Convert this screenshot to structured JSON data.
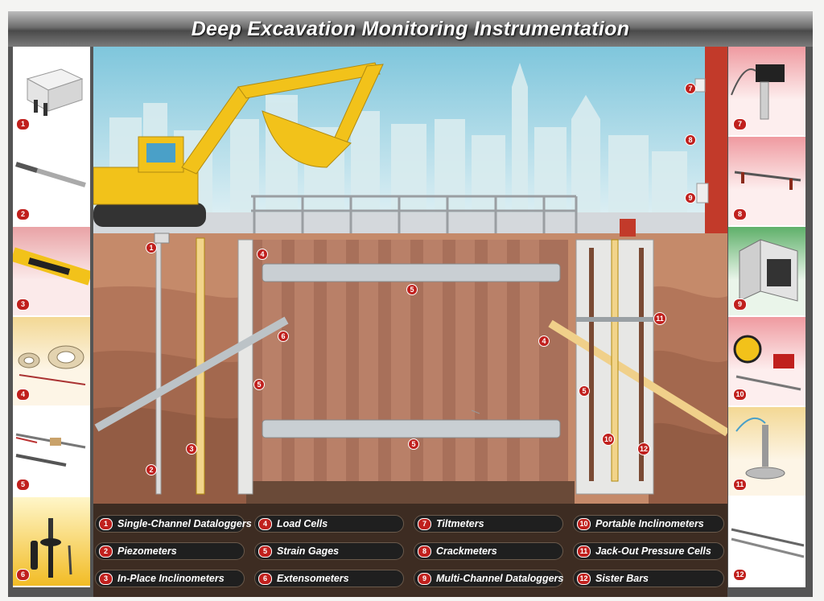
{
  "title": "Deep Excavation Monitoring Instrumentation",
  "colors": {
    "badge": "#c0201d",
    "excavator": "#f2c21a",
    "sky": "#bfe3ee",
    "soil": "#b87a5c",
    "brick": "#c23a2a"
  },
  "left_panels": [
    {
      "number": "1",
      "bg": "#ffffff",
      "icon": "datalogger-box-icon"
    },
    {
      "number": "2",
      "bg": "#ffffff",
      "icon": "piezometer-icon"
    },
    {
      "number": "3",
      "bg": "#f7d9d9",
      "icon": "inclinometer-probe-icon"
    },
    {
      "number": "4",
      "bg": "#fbeed0",
      "icon": "load-cell-icon"
    },
    {
      "number": "5",
      "bg": "#ffffff",
      "icon": "strain-gage-icon"
    },
    {
      "number": "6",
      "bg": "#f6c93a",
      "icon": "extensometer-icon"
    }
  ],
  "right_panels": [
    {
      "number": "7",
      "bg": "#f6dada",
      "icon": "tiltmeter-icon"
    },
    {
      "number": "8",
      "bg": "#f6dada",
      "icon": "crackmeter-icon"
    },
    {
      "number": "9",
      "bg": "#dff0dd",
      "icon": "multichannel-datalogger-icon"
    },
    {
      "number": "10",
      "bg": "#f6dada",
      "icon": "portable-inclinometer-icon"
    },
    {
      "number": "11",
      "bg": "#fbeed0",
      "icon": "pressure-cell-icon"
    },
    {
      "number": "12",
      "bg": "#ffffff",
      "icon": "sister-bar-icon"
    }
  ],
  "scene_badges": [
    "1",
    "2",
    "3",
    "4",
    "5",
    "6",
    "4",
    "5",
    "5",
    "7",
    "8",
    "9",
    "10",
    "11",
    "12",
    "5"
  ],
  "legend": [
    {
      "number": "1",
      "label": "Single-Channel Dataloggers"
    },
    {
      "number": "2",
      "label": "Piezometers"
    },
    {
      "number": "3",
      "label": "In-Place Inclinometers"
    },
    {
      "number": "4",
      "label": "Load Cells"
    },
    {
      "number": "5",
      "label": "Strain Gages"
    },
    {
      "number": "6",
      "label": "Extensometers"
    },
    {
      "number": "7",
      "label": "Tiltmeters"
    },
    {
      "number": "8",
      "label": "Crackmeters"
    },
    {
      "number": "9",
      "label": "Multi-Channel Dataloggers"
    },
    {
      "number": "10",
      "label": "Portable Inclinometers"
    },
    {
      "number": "11",
      "label": "Jack-Out Pressure Cells"
    },
    {
      "number": "12",
      "label": "Sister Bars"
    }
  ]
}
